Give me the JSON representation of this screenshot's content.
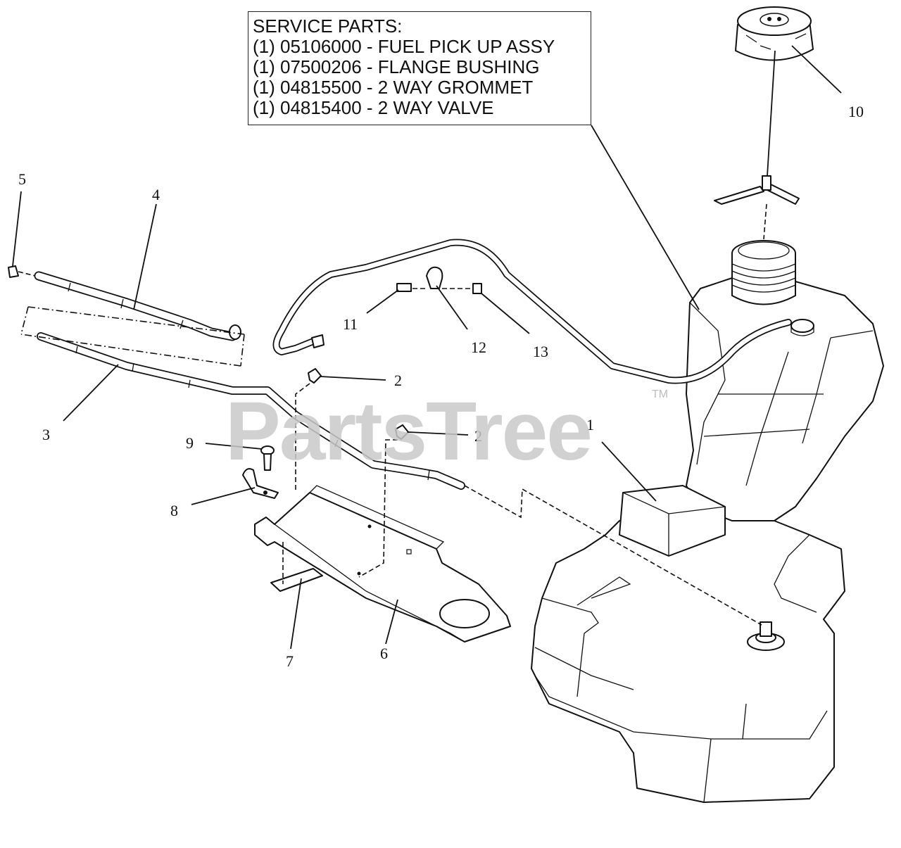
{
  "service_parts": {
    "title": "SERVICE PARTS:",
    "items": [
      "(1) 05106000 - FUEL PICK UP ASSY",
      "(1) 07500206 - FLANGE BUSHING",
      "(1) 04815500 - 2 WAY GROMMET",
      "(1) 04815400 - 2 WAY VALVE"
    ]
  },
  "watermark": {
    "text": "PartsTree",
    "tm": "TM"
  },
  "callouts": {
    "c1": "1",
    "c2a": "2",
    "c2b": "2",
    "c3": "3",
    "c4": "4",
    "c5": "5",
    "c6": "6",
    "c7": "7",
    "c8": "8",
    "c9": "9",
    "c10": "10",
    "c11": "11",
    "c12": "12",
    "c13": "13"
  }
}
